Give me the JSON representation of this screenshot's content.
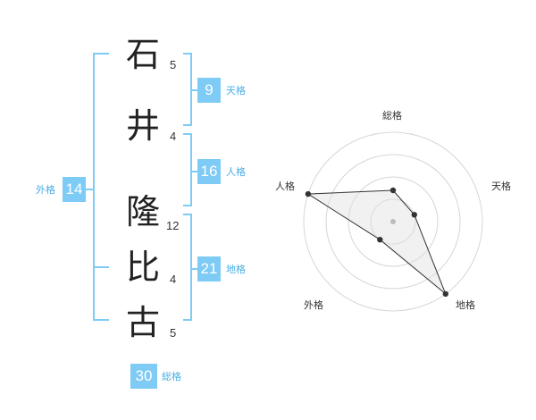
{
  "name": {
    "chars": [
      {
        "char": "石",
        "strokes": "5"
      },
      {
        "char": "井",
        "strokes": "4"
      },
      {
        "char": "隆",
        "strokes": "12"
      },
      {
        "char": "比",
        "strokes": "4"
      },
      {
        "char": "古",
        "strokes": "5"
      }
    ]
  },
  "fortunes": {
    "ten": {
      "value": "9",
      "label": "天格"
    },
    "jin": {
      "value": "16",
      "label": "人格"
    },
    "chi": {
      "value": "21",
      "label": "地格"
    },
    "gai": {
      "value": "14",
      "label": "外格"
    },
    "sou": {
      "value": "30",
      "label": "総格"
    }
  },
  "colors": {
    "accent": "#7ecbf5",
    "label": "#4aaee6"
  },
  "chart_data": {
    "type": "radar",
    "axes": [
      "総格",
      "天格",
      "地格",
      "外格",
      "人格"
    ],
    "levels": 4,
    "values": [
      0.35,
      0.25,
      1.0,
      0.25,
      1.0
    ],
    "range": [
      0,
      1
    ],
    "grid": true
  }
}
